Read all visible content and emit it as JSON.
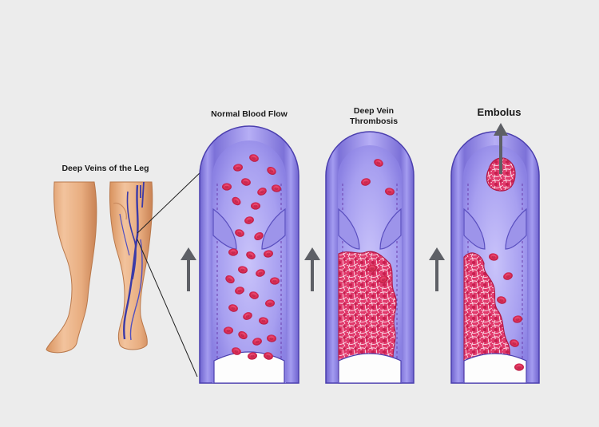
{
  "labels": {
    "legs": "Deep Veins of the Leg",
    "normal": "Normal Blood Flow",
    "dvt_line1": "Deep Vein",
    "dvt_line2": "Thrombosis",
    "embolus": "Embolus"
  },
  "colors": {
    "background": "#ececec",
    "skin": "#e9b48a",
    "vessel": "#8f86e0",
    "vessel_dark": "#4b3fae",
    "blood_cell": "#d82a55",
    "clot": "#e0336a",
    "arrow": "#5e6066"
  },
  "icons": [
    "up-arrow-icon",
    "embolus-arrow-icon"
  ]
}
